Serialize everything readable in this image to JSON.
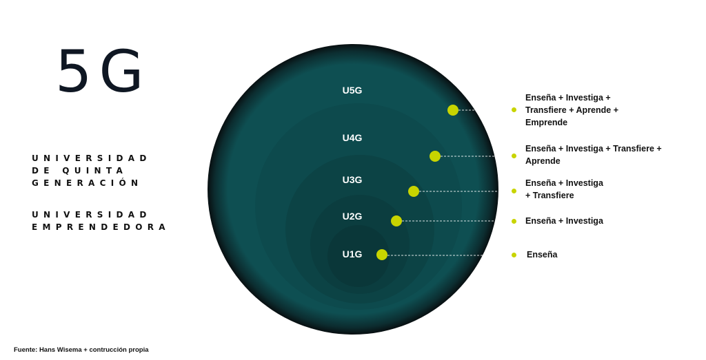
{
  "title": "5G",
  "subtitle1": [
    "UNIVERSIDAD",
    "DE QUINTA",
    "GENERACIÓN"
  ],
  "subtitle2": [
    "UNIVERSIDAD",
    "EMPRENDEDORA"
  ],
  "levels": [
    "U5G",
    "U4G",
    "U3G",
    "U2G",
    "U1G"
  ],
  "legend": [
    [
      "Enseña + Investiga +",
      "Transfiere + Aprende +",
      "Emprende"
    ],
    [
      "Enseña + Investiga + Transfiere +",
      "Aprende"
    ],
    [
      "Enseña + Investiga",
      "+ Transfiere"
    ],
    [
      "Enseña + Investiga"
    ],
    [
      "Enseña"
    ]
  ],
  "source": "Fuente: Hans Wisema + contrucción propia",
  "colors": {
    "accent": "#c8d400",
    "circle": "#0e4f52",
    "dark": "#0a1c1e"
  }
}
